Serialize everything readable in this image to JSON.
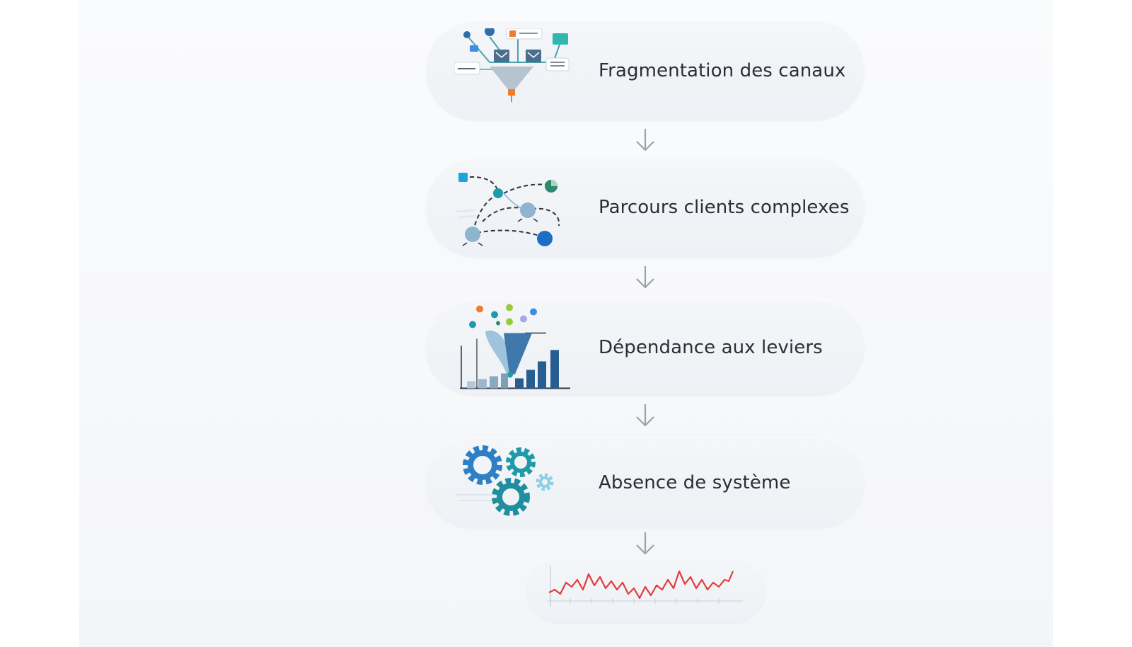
{
  "steps": [
    {
      "label": "Fragmentation des canaux",
      "icon": "funnel-channels-icon"
    },
    {
      "label": "Parcours clients complexes",
      "icon": "customer-journey-icon"
    },
    {
      "label": "Dépendance aux leviers",
      "icon": "funnel-bar-chart-icon"
    },
    {
      "label": "Absence de système",
      "icon": "gears-icon"
    }
  ],
  "result": {
    "icon": "volatile-line-chart-icon"
  },
  "colors": {
    "pill": "#eef1f5",
    "text": "#2a2f36",
    "arrow": "#9aa3ad",
    "blue": "#2f6fa8",
    "teal": "#1f9aa8",
    "orange": "#f07c2c",
    "red": "#e23b3b"
  }
}
